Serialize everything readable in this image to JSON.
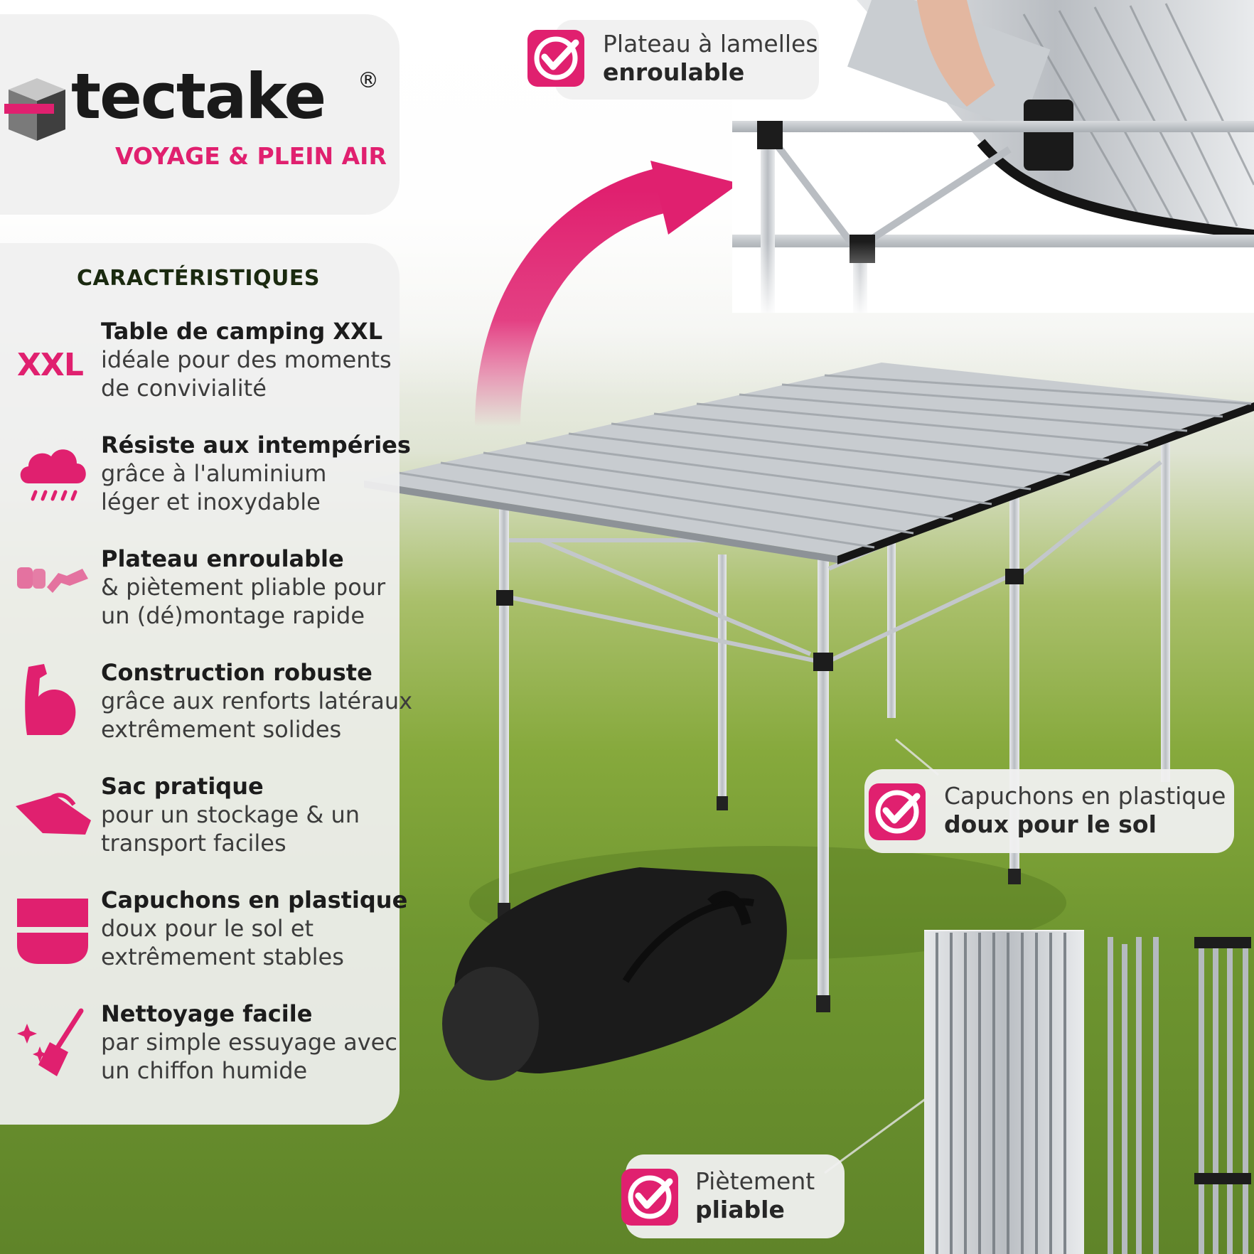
{
  "brand": {
    "name": "tectake",
    "registered_mark": "®",
    "tagline": "VOYAGE & PLEIN AIR",
    "accent_color": "#e0206f"
  },
  "features": {
    "title": "CARACTÉRISTIQUES",
    "items": [
      {
        "icon": "xxl-badge-icon",
        "badge": "XXL",
        "heading": "Table de camping XXL",
        "lines": [
          "idéale pour des moments",
          "de convivialité"
        ]
      },
      {
        "icon": "rain-cloud-icon",
        "heading": "Résiste aux intempéries",
        "lines": [
          "grâce à l'aluminium",
          "léger et inoxydable"
        ]
      },
      {
        "icon": "folding-legs-icon",
        "heading": "Plateau enroulable",
        "lines": [
          "& piètement pliable pour",
          "un (dé)montage rapide"
        ]
      },
      {
        "icon": "strong-arm-icon",
        "heading": "Construction robuste",
        "lines": [
          "grâce aux renforts latéraux",
          "extrêmement solides"
        ]
      },
      {
        "icon": "carry-bag-icon",
        "heading": "Sac pratique",
        "lines": [
          "pour un stockage & un",
          "transport faciles"
        ]
      },
      {
        "icon": "plastic-cap-icon",
        "heading": "Capuchons en plastique",
        "lines": [
          "doux pour le sol et",
          "extrêmement stables"
        ]
      },
      {
        "icon": "cleaning-brush-icon",
        "heading": "Nettoyage facile",
        "lines": [
          "par simple essuyage avec",
          "un chiffon humide"
        ]
      }
    ]
  },
  "callouts": {
    "top": {
      "line1": "Plateau à lamelles",
      "line2": "enroulable"
    },
    "caps": {
      "line1": "Capuchons en plastique",
      "line2": "doux pour le sol"
    },
    "legs": {
      "line1": "Piètement",
      "line2": "pliable"
    }
  }
}
